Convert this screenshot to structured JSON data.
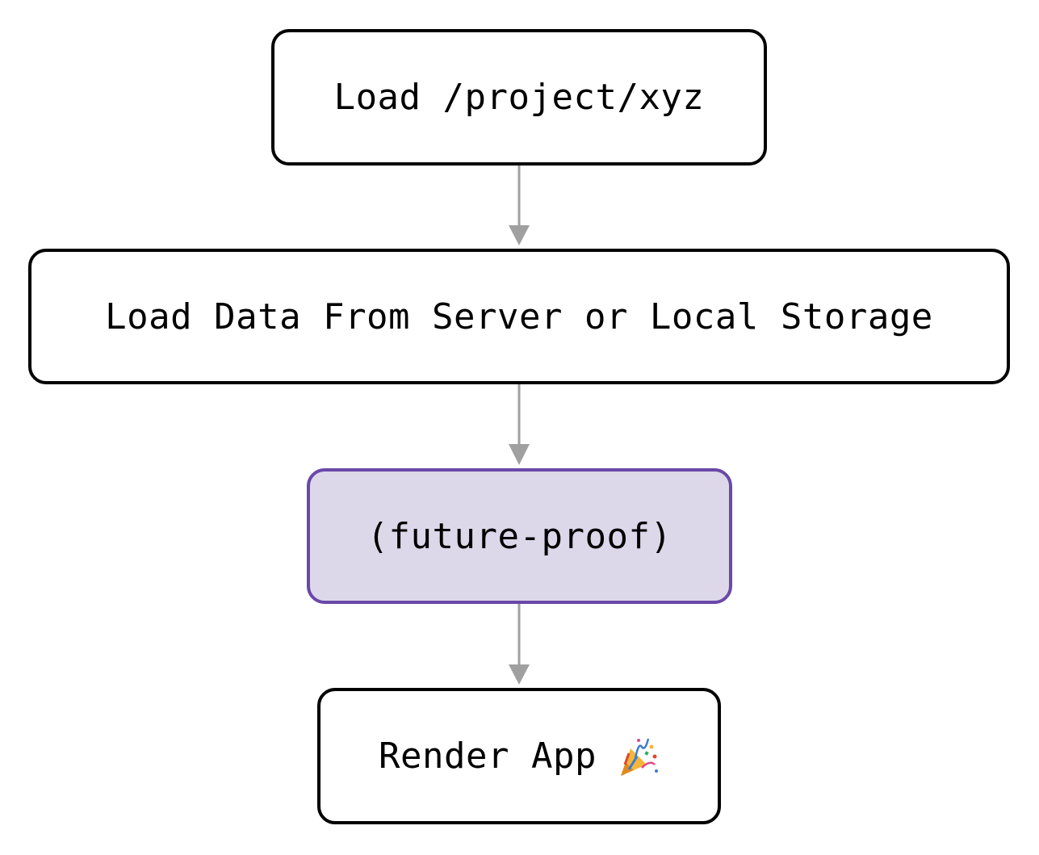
{
  "nodes": [
    {
      "id": "n1",
      "label": "Load /project/xyz"
    },
    {
      "id": "n2",
      "label": "Load Data From Server or Local Storage"
    },
    {
      "id": "n3",
      "label": "(future-proof)"
    },
    {
      "id": "n4",
      "label": "Render App",
      "icon": "party-popper-icon"
    }
  ],
  "edges": [
    {
      "from": "n1",
      "to": "n2"
    },
    {
      "from": "n2",
      "to": "n3"
    },
    {
      "from": "n3",
      "to": "n4"
    }
  ],
  "colors": {
    "node_border": "#000000",
    "highlight_fill": "#dcd8ea",
    "highlight_border": "#6a48a8",
    "arrow": "#a0a0a0"
  }
}
